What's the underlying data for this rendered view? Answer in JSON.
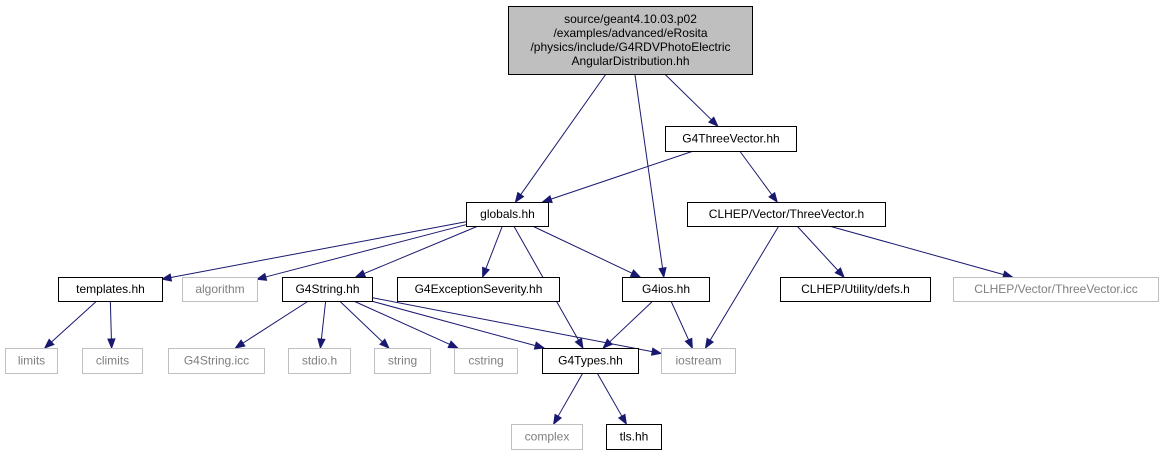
{
  "diagram": {
    "nodes": {
      "root": {
        "lines": [
          "source/geant4.10.03.p02",
          "/examples/advanced/eRosita",
          "/physics/include/G4RDVPhotoElectric",
          "AngularDistribution.hh"
        ],
        "kind": "focus"
      },
      "threevector_hh": {
        "lines": [
          "G4ThreeVector.hh"
        ],
        "kind": "documented"
      },
      "globals_hh": {
        "lines": [
          "globals.hh"
        ],
        "kind": "documented"
      },
      "clhep_threevector_h": {
        "lines": [
          "CLHEP/Vector/ThreeVector.h"
        ],
        "kind": "documented"
      },
      "templates_hh": {
        "lines": [
          "templates.hh"
        ],
        "kind": "documented"
      },
      "algorithm": {
        "lines": [
          "algorithm"
        ],
        "kind": "external"
      },
      "g4string_hh": {
        "lines": [
          "G4String.hh"
        ],
        "kind": "documented"
      },
      "g4exceptionseverity_hh": {
        "lines": [
          "G4ExceptionSeverity.hh"
        ],
        "kind": "documented"
      },
      "g4ios_hh": {
        "lines": [
          "G4ios.hh"
        ],
        "kind": "documented"
      },
      "clhep_defs_h": {
        "lines": [
          "CLHEP/Utility/defs.h"
        ],
        "kind": "documented"
      },
      "clhep_threevector_icc": {
        "lines": [
          "CLHEP/Vector/ThreeVector.icc"
        ],
        "kind": "external"
      },
      "limits": {
        "lines": [
          "limits"
        ],
        "kind": "external"
      },
      "climits": {
        "lines": [
          "climits"
        ],
        "kind": "external"
      },
      "g4string_icc": {
        "lines": [
          "G4String.icc"
        ],
        "kind": "external"
      },
      "stdio_h": {
        "lines": [
          "stdio.h"
        ],
        "kind": "external"
      },
      "string": {
        "lines": [
          "string"
        ],
        "kind": "external"
      },
      "cstring": {
        "lines": [
          "cstring"
        ],
        "kind": "external"
      },
      "g4types_hh": {
        "lines": [
          "G4Types.hh"
        ],
        "kind": "documented"
      },
      "iostream": {
        "lines": [
          "iostream"
        ],
        "kind": "external"
      },
      "complex": {
        "lines": [
          "complex"
        ],
        "kind": "external"
      },
      "tls_hh": {
        "lines": [
          "tls.hh"
        ],
        "kind": "documented"
      }
    },
    "edges": [
      [
        "root",
        "globals_hh"
      ],
      [
        "root",
        "g4ios_hh"
      ],
      [
        "root",
        "threevector_hh"
      ],
      [
        "threevector_hh",
        "globals_hh"
      ],
      [
        "threevector_hh",
        "clhep_threevector_h"
      ],
      [
        "globals_hh",
        "templates_hh"
      ],
      [
        "globals_hh",
        "algorithm"
      ],
      [
        "globals_hh",
        "g4string_hh"
      ],
      [
        "globals_hh",
        "g4exceptionseverity_hh"
      ],
      [
        "globals_hh",
        "g4ios_hh"
      ],
      [
        "globals_hh",
        "g4types_hh"
      ],
      [
        "clhep_threevector_h",
        "iostream"
      ],
      [
        "clhep_threevector_h",
        "clhep_defs_h"
      ],
      [
        "clhep_threevector_h",
        "clhep_threevector_icc"
      ],
      [
        "templates_hh",
        "limits"
      ],
      [
        "templates_hh",
        "climits"
      ],
      [
        "g4string_hh",
        "g4string_icc"
      ],
      [
        "g4string_hh",
        "stdio_h"
      ],
      [
        "g4string_hh",
        "string"
      ],
      [
        "g4string_hh",
        "cstring"
      ],
      [
        "g4string_hh",
        "g4types_hh"
      ],
      [
        "g4string_hh",
        "iostream"
      ],
      [
        "g4ios_hh",
        "g4types_hh"
      ],
      [
        "g4ios_hh",
        "iostream"
      ],
      [
        "g4types_hh",
        "complex"
      ],
      [
        "g4types_hh",
        "tls_hh"
      ]
    ],
    "colors": {
      "focus_fill": "#bfbfbf",
      "node_fill": "#ffffff",
      "documented_border": "#000000",
      "external_border": "#bfbfbf",
      "external_text": "#7f7f7f",
      "edge": "#191970"
    }
  }
}
